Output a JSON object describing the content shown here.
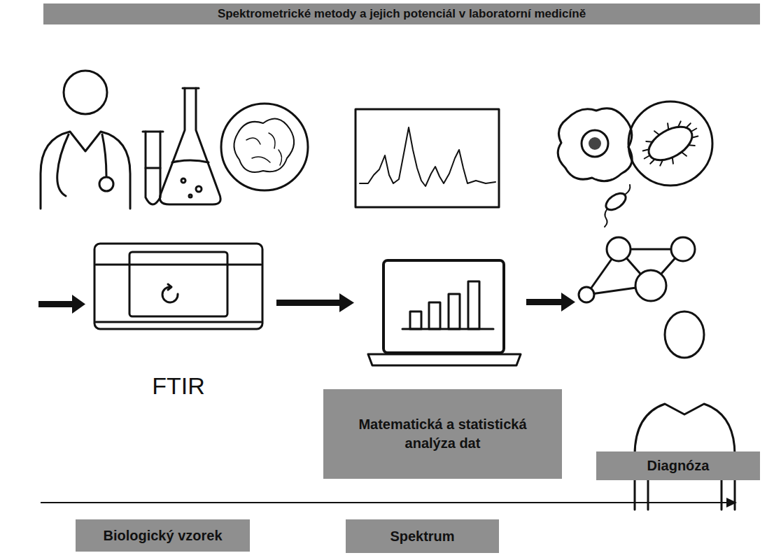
{
  "diagram": {
    "title": "Spektrometrické metody a jejich potenciál v laboratorní medicíně",
    "nodes": [
      {
        "text": [
          "Matematická a statistická analýza dat"
        ]
      },
      {
        "text": [
          "Diagnóza"
        ]
      },
      {
        "text": [
          "Biologický vzorek"
        ]
      },
      {
        "text": [
          "Spektrum"
        ]
      }
    ],
    "labels": [
      "FTIR"
    ]
  }
}
